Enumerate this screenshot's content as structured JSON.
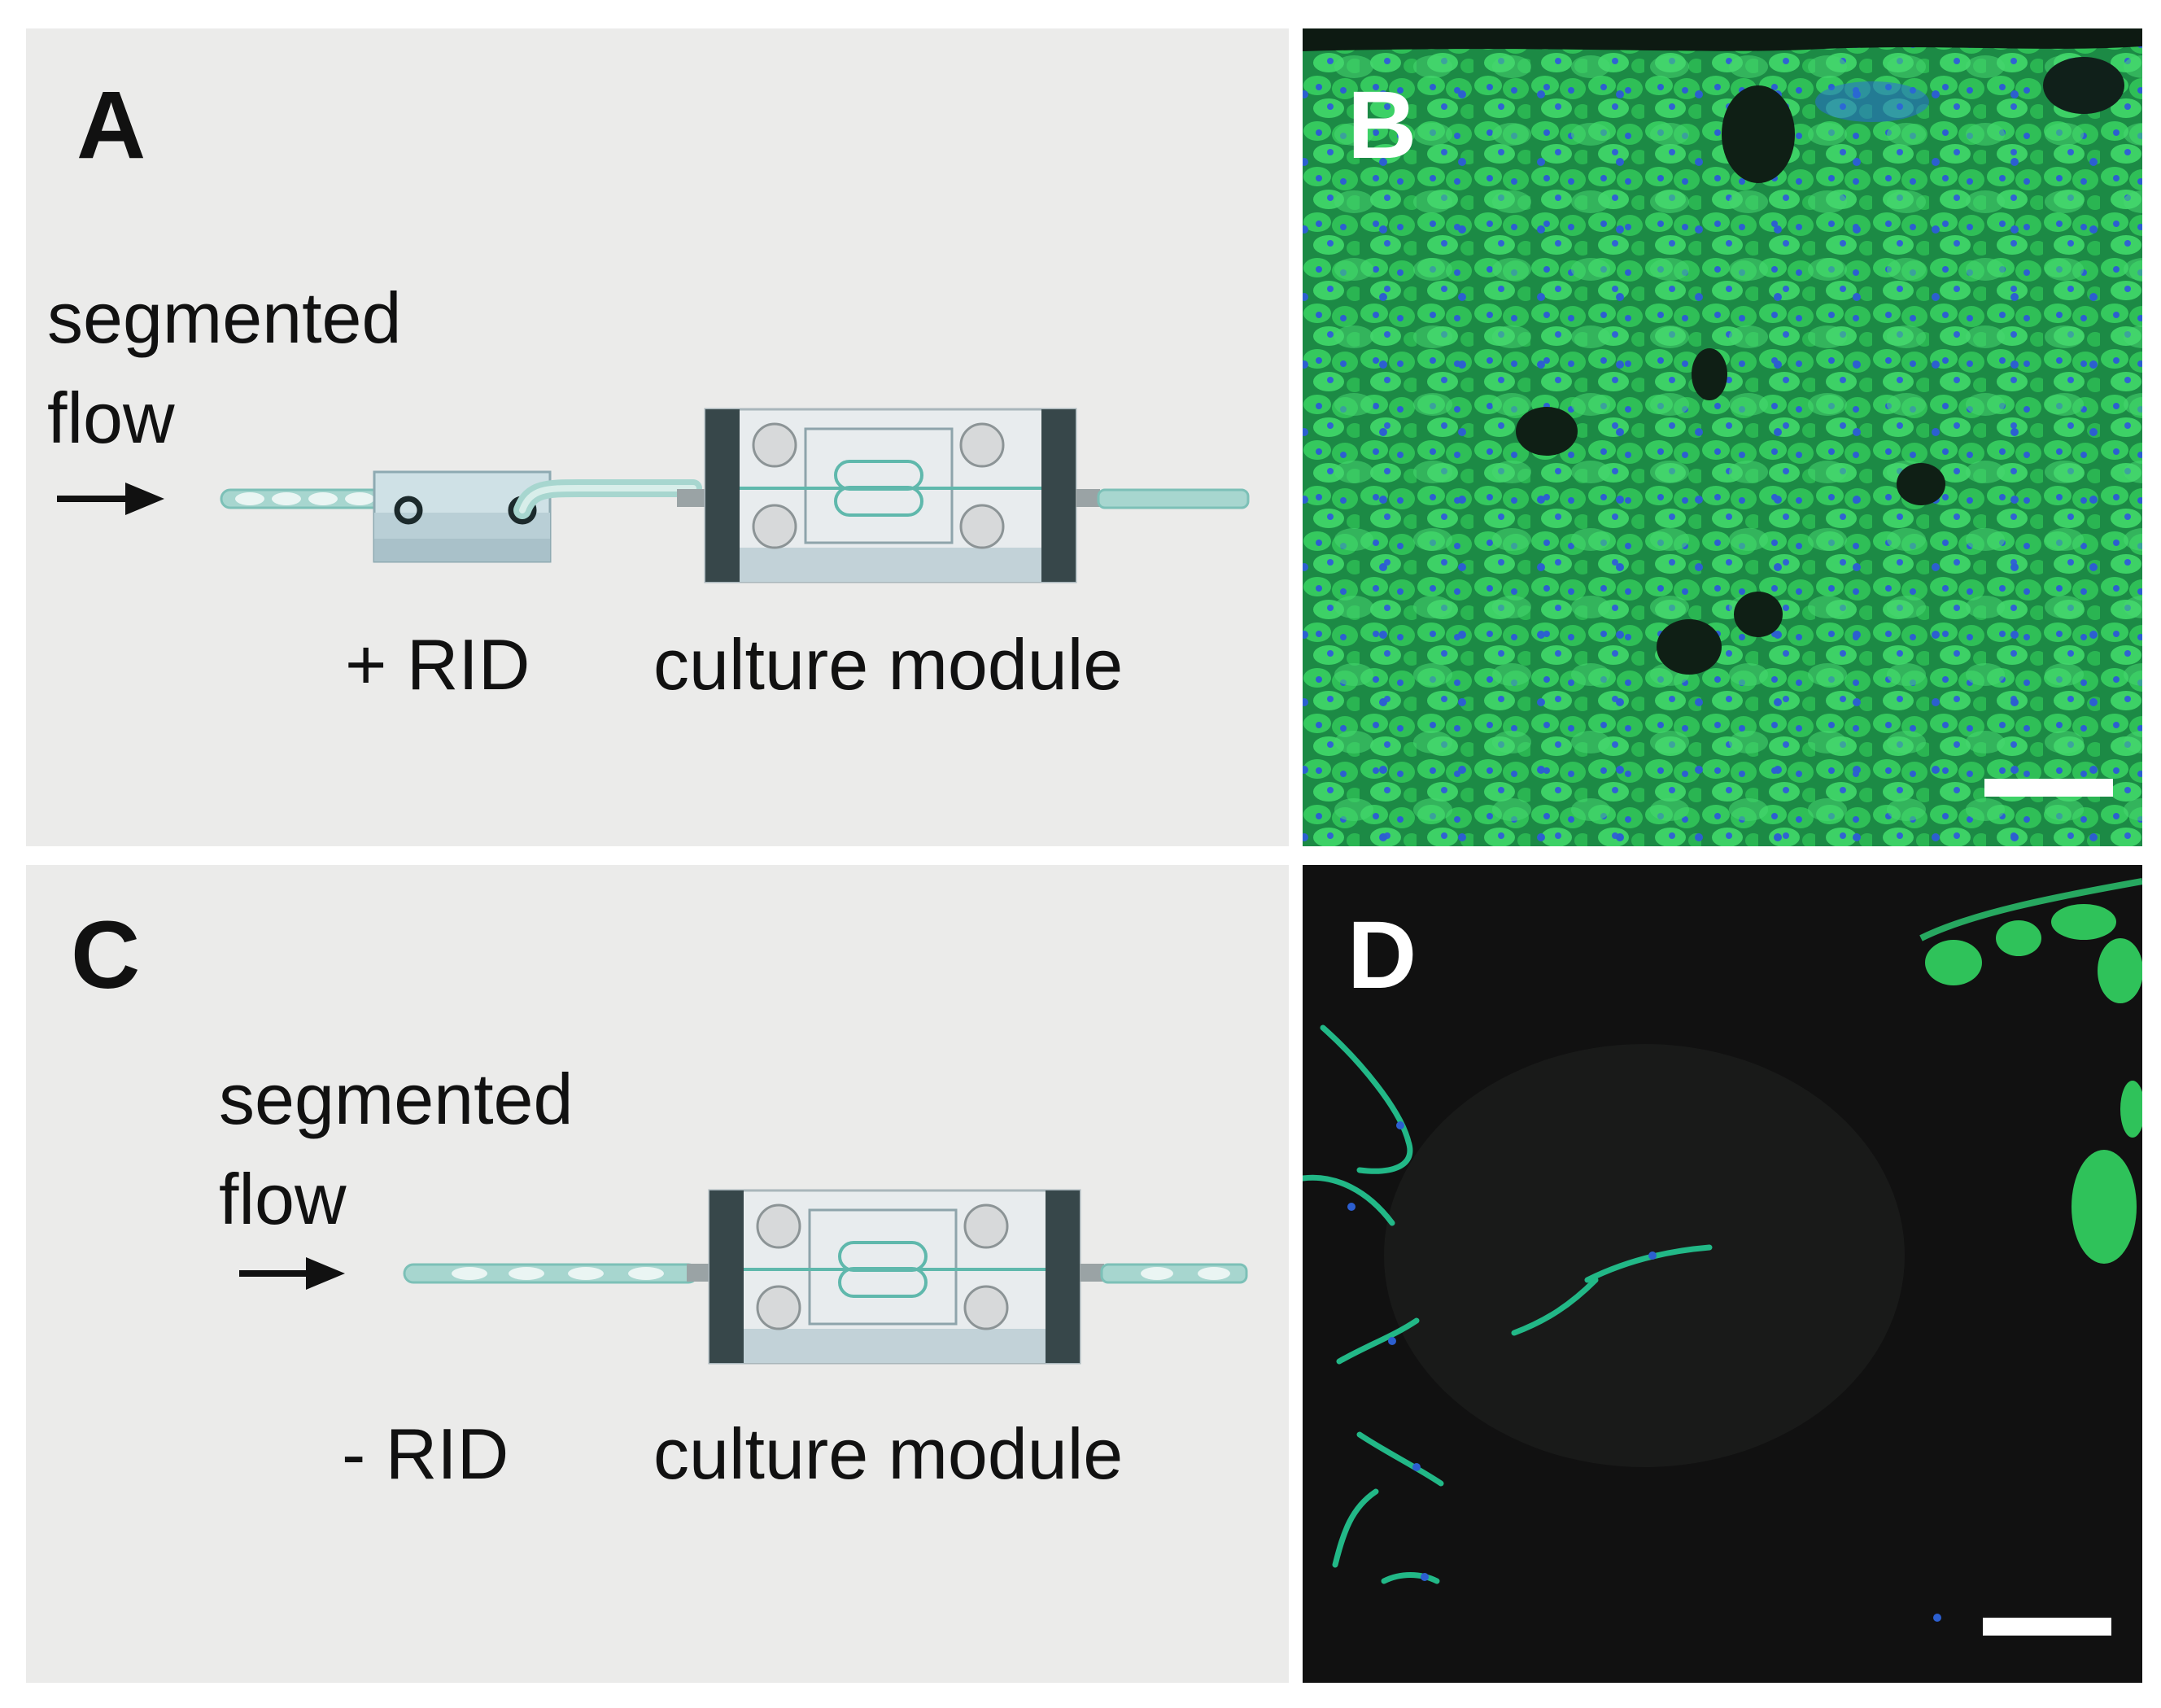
{
  "colors": {
    "background": "#ffffff",
    "diagram_panel": "#ebebea",
    "tube": "#9fd3cc",
    "tube_dark": "#6fb9b0",
    "module_frame": "#37474a",
    "microchannel": "#5fb8ac",
    "gfp_green": "#2fc25a",
    "nuclei_blue": "#2c5fd0",
    "dark_background": "#111111"
  },
  "panels": {
    "A": {
      "letter": "A",
      "flow_label_line1": "segmented",
      "flow_label_line2": "flow",
      "rid_label": "+ RID",
      "module_label": "culture module",
      "arrow_icon": "right-arrow"
    },
    "B": {
      "letter": "B"
    },
    "C": {
      "letter": "C",
      "flow_label_line1": "segmented",
      "flow_label_line2": "flow",
      "rid_label": "- RID",
      "module_label": "culture module",
      "arrow_icon": "right-arrow"
    },
    "D": {
      "letter": "D"
    }
  }
}
